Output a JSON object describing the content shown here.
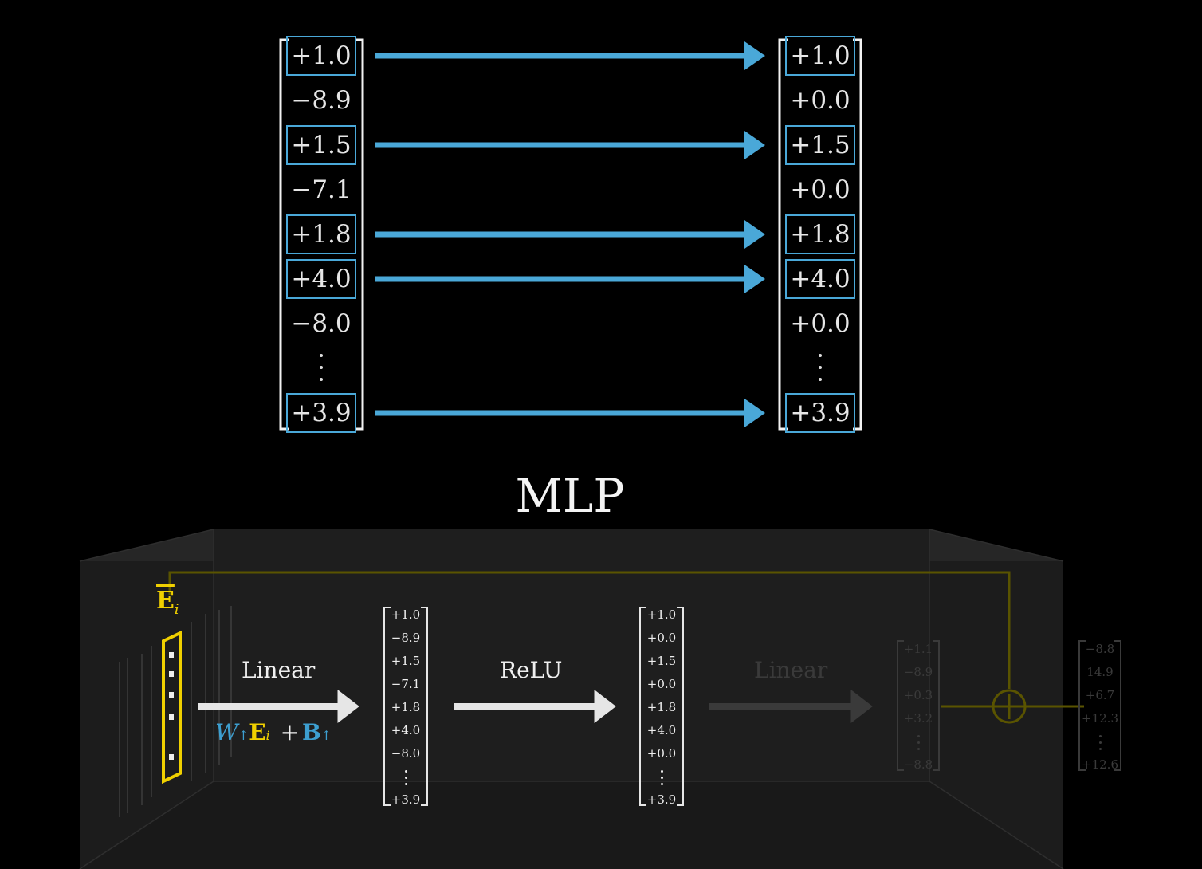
{
  "title": "MLP",
  "input_vector": [
    "+1.0",
    "−8.9",
    "+1.5",
    "−7.1",
    "+1.8",
    "+4.0",
    "−8.0",
    "+3.9"
  ],
  "output_vector": [
    "+1.0",
    "+0.0",
    "+1.5",
    "+0.0",
    "+1.8",
    "+4.0",
    "+0.0",
    "+3.9"
  ],
  "selected_rows": [
    0,
    2,
    4,
    5,
    7
  ],
  "block": {
    "embedding_label": "E",
    "embedding_sub": "i",
    "linear1_label": "Linear",
    "relu_label": "ReLU",
    "linear2_label": "Linear",
    "formula": {
      "w": "W",
      "up": "↑",
      "e": "E",
      "i": "i",
      "plus": "+",
      "b": "B"
    },
    "hidden_vector": [
      "+1.0",
      "−8.9",
      "+1.5",
      "−7.1",
      "+1.8",
      "+4.0",
      "−8.0",
      "+3.9"
    ],
    "relu_vector": [
      "+1.0",
      "+0.0",
      "+1.5",
      "+0.0",
      "+1.8",
      "+4.0",
      "+0.0",
      "+3.9"
    ],
    "faded_vector_a": [
      "+1.1",
      "−8.9",
      "+0.3",
      "+3.2",
      "−8.8"
    ],
    "faded_vector_b": [
      "−8.8",
      "14.9",
      "+6.7",
      "+12.3",
      "+12.6"
    ]
  },
  "colors": {
    "arrow": "#4aa8d8",
    "highlight": "#4aa8d8",
    "embedding": "#f0d000",
    "weight": "#3d9fd0",
    "residual": "#5a5400"
  }
}
